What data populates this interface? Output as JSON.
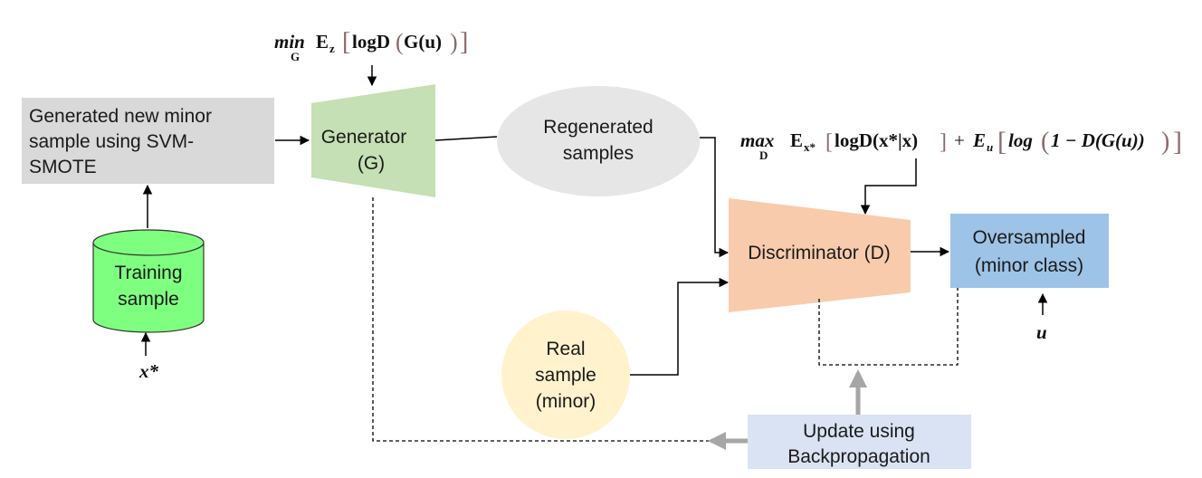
{
  "nodes": {
    "svm_smote": [
      "Generated new minor",
      "sample using SVM-",
      "SMOTE"
    ],
    "training": [
      "Training",
      "sample"
    ],
    "generator": [
      "Generator",
      "(G)"
    ],
    "regenerated": [
      "Regenerated",
      "samples"
    ],
    "discriminator": "Discriminator (D)",
    "oversampled": [
      "Oversampled",
      "(minor class)"
    ],
    "real": [
      "Real",
      "sample",
      "(minor)"
    ],
    "update": [
      "Update using",
      "Backpropagation"
    ]
  },
  "formulas": {
    "generator_min": {
      "op": "min",
      "sub": "G",
      "expectation": "E",
      "expectation_sub": "z",
      "bracket_open": "[",
      "body": "logD",
      "paren_open": "(",
      "inner": "G(u)",
      "paren_close": ")",
      "bracket_close": "]"
    },
    "discriminator_max": {
      "op": "max",
      "sub": "D",
      "term1": "E",
      "term1_sub": "x*",
      "term1_body": "logD(x*|x)",
      "plus": "+",
      "term2": "E",
      "term2_sub": "u",
      "term2_log": "log",
      "term2_inner": "1 − D(G(u))",
      "bracket_open": "[",
      "bracket_close": "]"
    },
    "x_star": "x*",
    "u": "u"
  },
  "colors": {
    "svm_smote_fill": "#d9d9d9",
    "training_fill": "#7fff7f",
    "generator_fill": "#c5e0b4",
    "regenerated_fill": "#e6e6e6",
    "discriminator_fill": "#f8cbad",
    "oversampled_fill": "#9dc3e6",
    "real_fill": "#fff2cc",
    "update_fill": "#dae3f3",
    "feedback_arrow": "#a6a6a6"
  }
}
